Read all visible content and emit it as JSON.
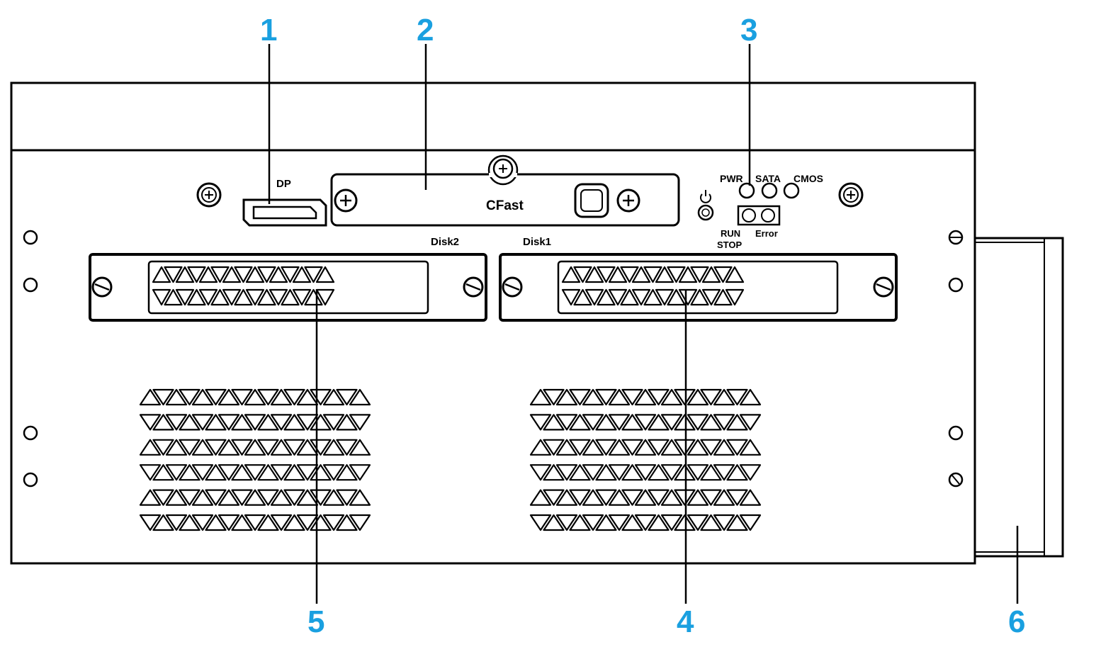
{
  "callout_color": "#1aa0e0",
  "callouts": [
    "1",
    "2",
    "3",
    "4",
    "5",
    "6"
  ],
  "panel_labels": {
    "dp": "DP",
    "cfast": "CFast",
    "pwr": "PWR",
    "sata": "SATA",
    "cmos": "CMOS",
    "run": "RUN",
    "stop": "STOP",
    "error": "Error",
    "disk2": "Disk2",
    "disk1": "Disk1"
  },
  "icons": [
    "power-icon",
    "screw-icon",
    "slotted-screw-icon",
    "vent-triangle-icon"
  ]
}
